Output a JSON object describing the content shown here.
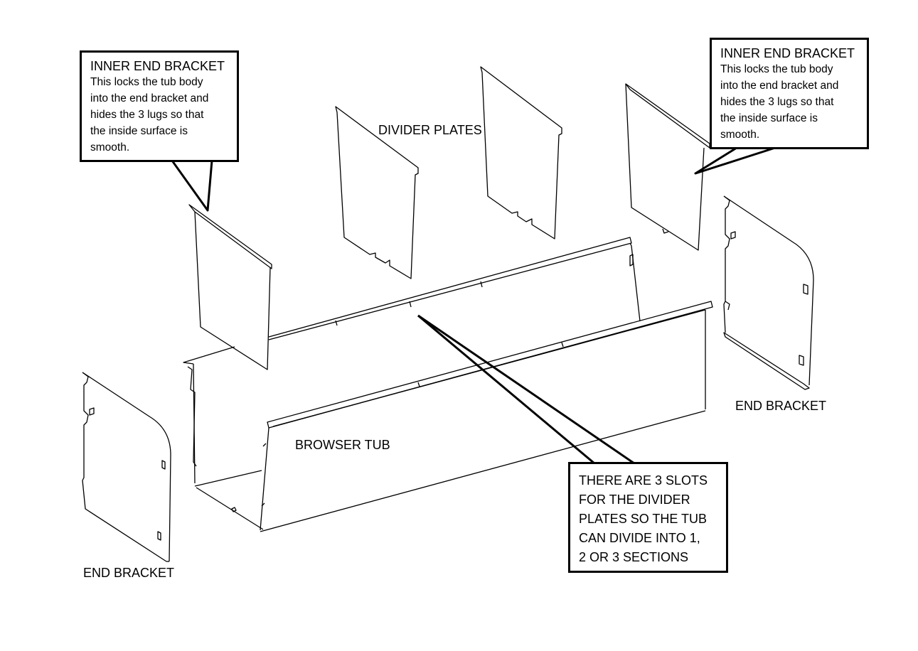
{
  "callouts": {
    "left": {
      "title": "INNER END BRACKET",
      "body": "This locks the tub body\ninto the end bracket and\nhides the 3 lugs so that\nthe inside surface is\nsmooth."
    },
    "right": {
      "title": "INNER END BRACKET",
      "body": "This locks the tub body\ninto the end bracket and\nhides the 3 lugs so that\nthe inside surface is\nsmooth."
    },
    "slots": {
      "text": "THERE ARE 3 SLOTS\nFOR THE DIVIDER\nPLATES SO THE TUB\nCAN  DIVIDE INTO 1,\n2 OR 3 SECTIONS"
    }
  },
  "labels": {
    "divider_plates": "DIVIDER PLATES",
    "browser_tub": "BROWSER TUB",
    "end_bracket_left": "END BRACKET",
    "end_bracket_right": "END BRACKET"
  },
  "colors": {
    "line": "#000000",
    "background": "#ffffff"
  }
}
